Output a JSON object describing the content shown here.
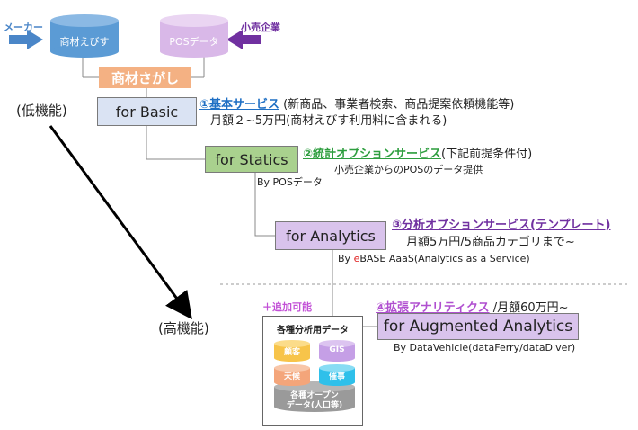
{
  "databases": {
    "shohin_db": {
      "label": "商材えびす",
      "color": "#5b9bd5"
    },
    "pos_db": {
      "label": "POSデータ",
      "color": "#d9b8e8"
    }
  },
  "arrows": {
    "maker_label": "メーカー",
    "retailer_label": "小売企業"
  },
  "search_box": {
    "label": "商材さがし",
    "color": "#f4b183"
  },
  "levels": {
    "low": "(低機能)",
    "high": "(高機能)"
  },
  "tiers": [
    {
      "name": "for Basic",
      "color": "#dae3f3",
      "service_title": "①基本サービス",
      "service_detail": " (新商品、事業者検索、商品提案依頼機能等)",
      "price": "月額２~5万円(商材えびす利用料に含まれる)",
      "title_color": "#1f6fc4"
    },
    {
      "name": "for Statics",
      "color": "#a9d18e",
      "service_title": "②統計オプションサービス",
      "service_detail": "(下記前提条件付)",
      "price": "小売企業からのPOSのデータ提供",
      "by": "By POSデータ",
      "title_color": "#2e9e3f"
    },
    {
      "name": "for Analytics",
      "color": "#d9c3ec",
      "service_title": "③分析オプションサービス(テンプレート)",
      "service_detail": "",
      "price": "月額5万円/5商品カテゴリまで~",
      "by_prefix": "By ",
      "by_e": "e",
      "by_rest": "BASE AaaS(Analytics as a Service)",
      "title_color": "#7030a0"
    },
    {
      "name": "for Augmented Analytics",
      "color": "#d9c3ec",
      "service_title": "④拡張アナリティクス",
      "service_detail": " /月額60万円~",
      "by": "By DataVehicle(dataFerry/dataDiver)",
      "title_color": "#b04fd0"
    }
  ],
  "addon": {
    "label": "＋追加可能",
    "panel_title": "各種分析用データ",
    "items": [
      {
        "label": "顧客",
        "color": "#f7c44a"
      },
      {
        "label": "GIS",
        "color": "#c59fe6"
      },
      {
        "label": "天候",
        "color": "#f4a57a"
      },
      {
        "label": "催事",
        "color": "#2fc0ea"
      }
    ],
    "open_data": "各種オープン\nデータ(人口等)",
    "open_data_line1": "各種オープン",
    "open_data_line2": "データ(人口等)"
  }
}
